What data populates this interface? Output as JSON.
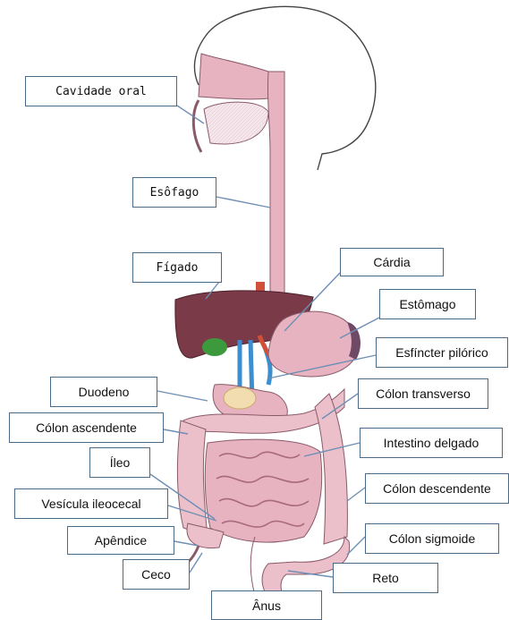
{
  "diagram": {
    "labels": {
      "cavidade_oral": "Cavidade oral",
      "esofago": "Esôfago",
      "figado": "Fígado",
      "cardia": "Cárdia",
      "estomago": "Estômago",
      "esfincter_pilorico": "Esfíncter pilórico",
      "duodeno": "Duodeno",
      "colon_transverso": "Cólon transverso",
      "colon_ascendente": "Cólon ascendente",
      "intestino_delgado": "Intestino delgado",
      "ileo": "Íleo",
      "colon_descendente": "Cólon descendente",
      "vesicula_ileocecal": "Vesícula ileocecal",
      "apendice": "Apêndice",
      "colon_sigmoide": "Cólon sigmoide",
      "ceco": "Ceco",
      "reto": "Reto",
      "anus": "Ânus"
    },
    "colors": {
      "organ_pink": "#e7b3c0",
      "organ_outline": "#8a5a6a",
      "liver": "#7a3a48",
      "gallbladder": "#3c9a3c",
      "label_border": "#4a6a8a",
      "leader_line": "#6e8fb5"
    }
  }
}
